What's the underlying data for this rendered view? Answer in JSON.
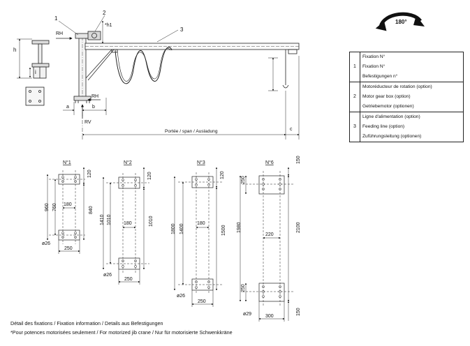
{
  "main_drawing": {
    "callouts": [
      "1",
      "2",
      "3"
    ],
    "labels": {
      "h": "h",
      "i": "i",
      "h1": "*h1",
      "rh_top": "RH",
      "rh_bottom": "RH",
      "rv": "RV",
      "a": "a",
      "b": "b",
      "c": "c",
      "span": "Portée / span / Ausladung"
    },
    "rotation": "180°"
  },
  "legend": [
    {
      "num": "1",
      "lines": [
        "Fixation N°",
        "Fixation N°",
        "Befestigungen n°"
      ]
    },
    {
      "num": "2",
      "lines": [
        "Motoréducteur de rotation (option)",
        "Motor gear box (option)",
        "Getriebemotor (optionen)"
      ]
    },
    {
      "num": "3",
      "lines": [
        "Ligne d'alimentation (option)",
        "Feeding line (option)",
        "Zuführungsleitung (optionen)"
      ]
    }
  ],
  "plates": [
    {
      "title": "N°1",
      "top_dim": "120",
      "left_dim": "960",
      "inner_left_dim": "760",
      "inner_width": "180",
      "right_dim": "840",
      "hole": "ø26",
      "bottom_width": "250"
    },
    {
      "title": "N°2",
      "top_dim": "120",
      "left_dim": "1410",
      "inner_left_dim": "1010",
      "inner_width": "180",
      "right_dim": "1010",
      "hole": "ø26",
      "bottom_width": "250"
    },
    {
      "title": "N°3",
      "top_dim": "120",
      "left_dim": "1800",
      "inner_left_dim": "1400",
      "inner_width": "180",
      "right_dim": "1500",
      "hole": "ø26",
      "bottom_width": "250"
    },
    {
      "title": "N°6",
      "top_dim": "150",
      "top_left_dim": "250",
      "left_dim": "1980",
      "inner_width": "220",
      "right_dim": "2100",
      "bottom_left_dim": "250",
      "hole": "ø29",
      "bottom_width": "300",
      "bottom_dim": "150"
    }
  ],
  "footer": {
    "line1": "Détail des fixations / Fixation information / Details aus Befestigungen",
    "line2": "*Pour potences motorisées seulement / For motorized jib crane / Nur für motorisierte Schwenkkräne"
  }
}
